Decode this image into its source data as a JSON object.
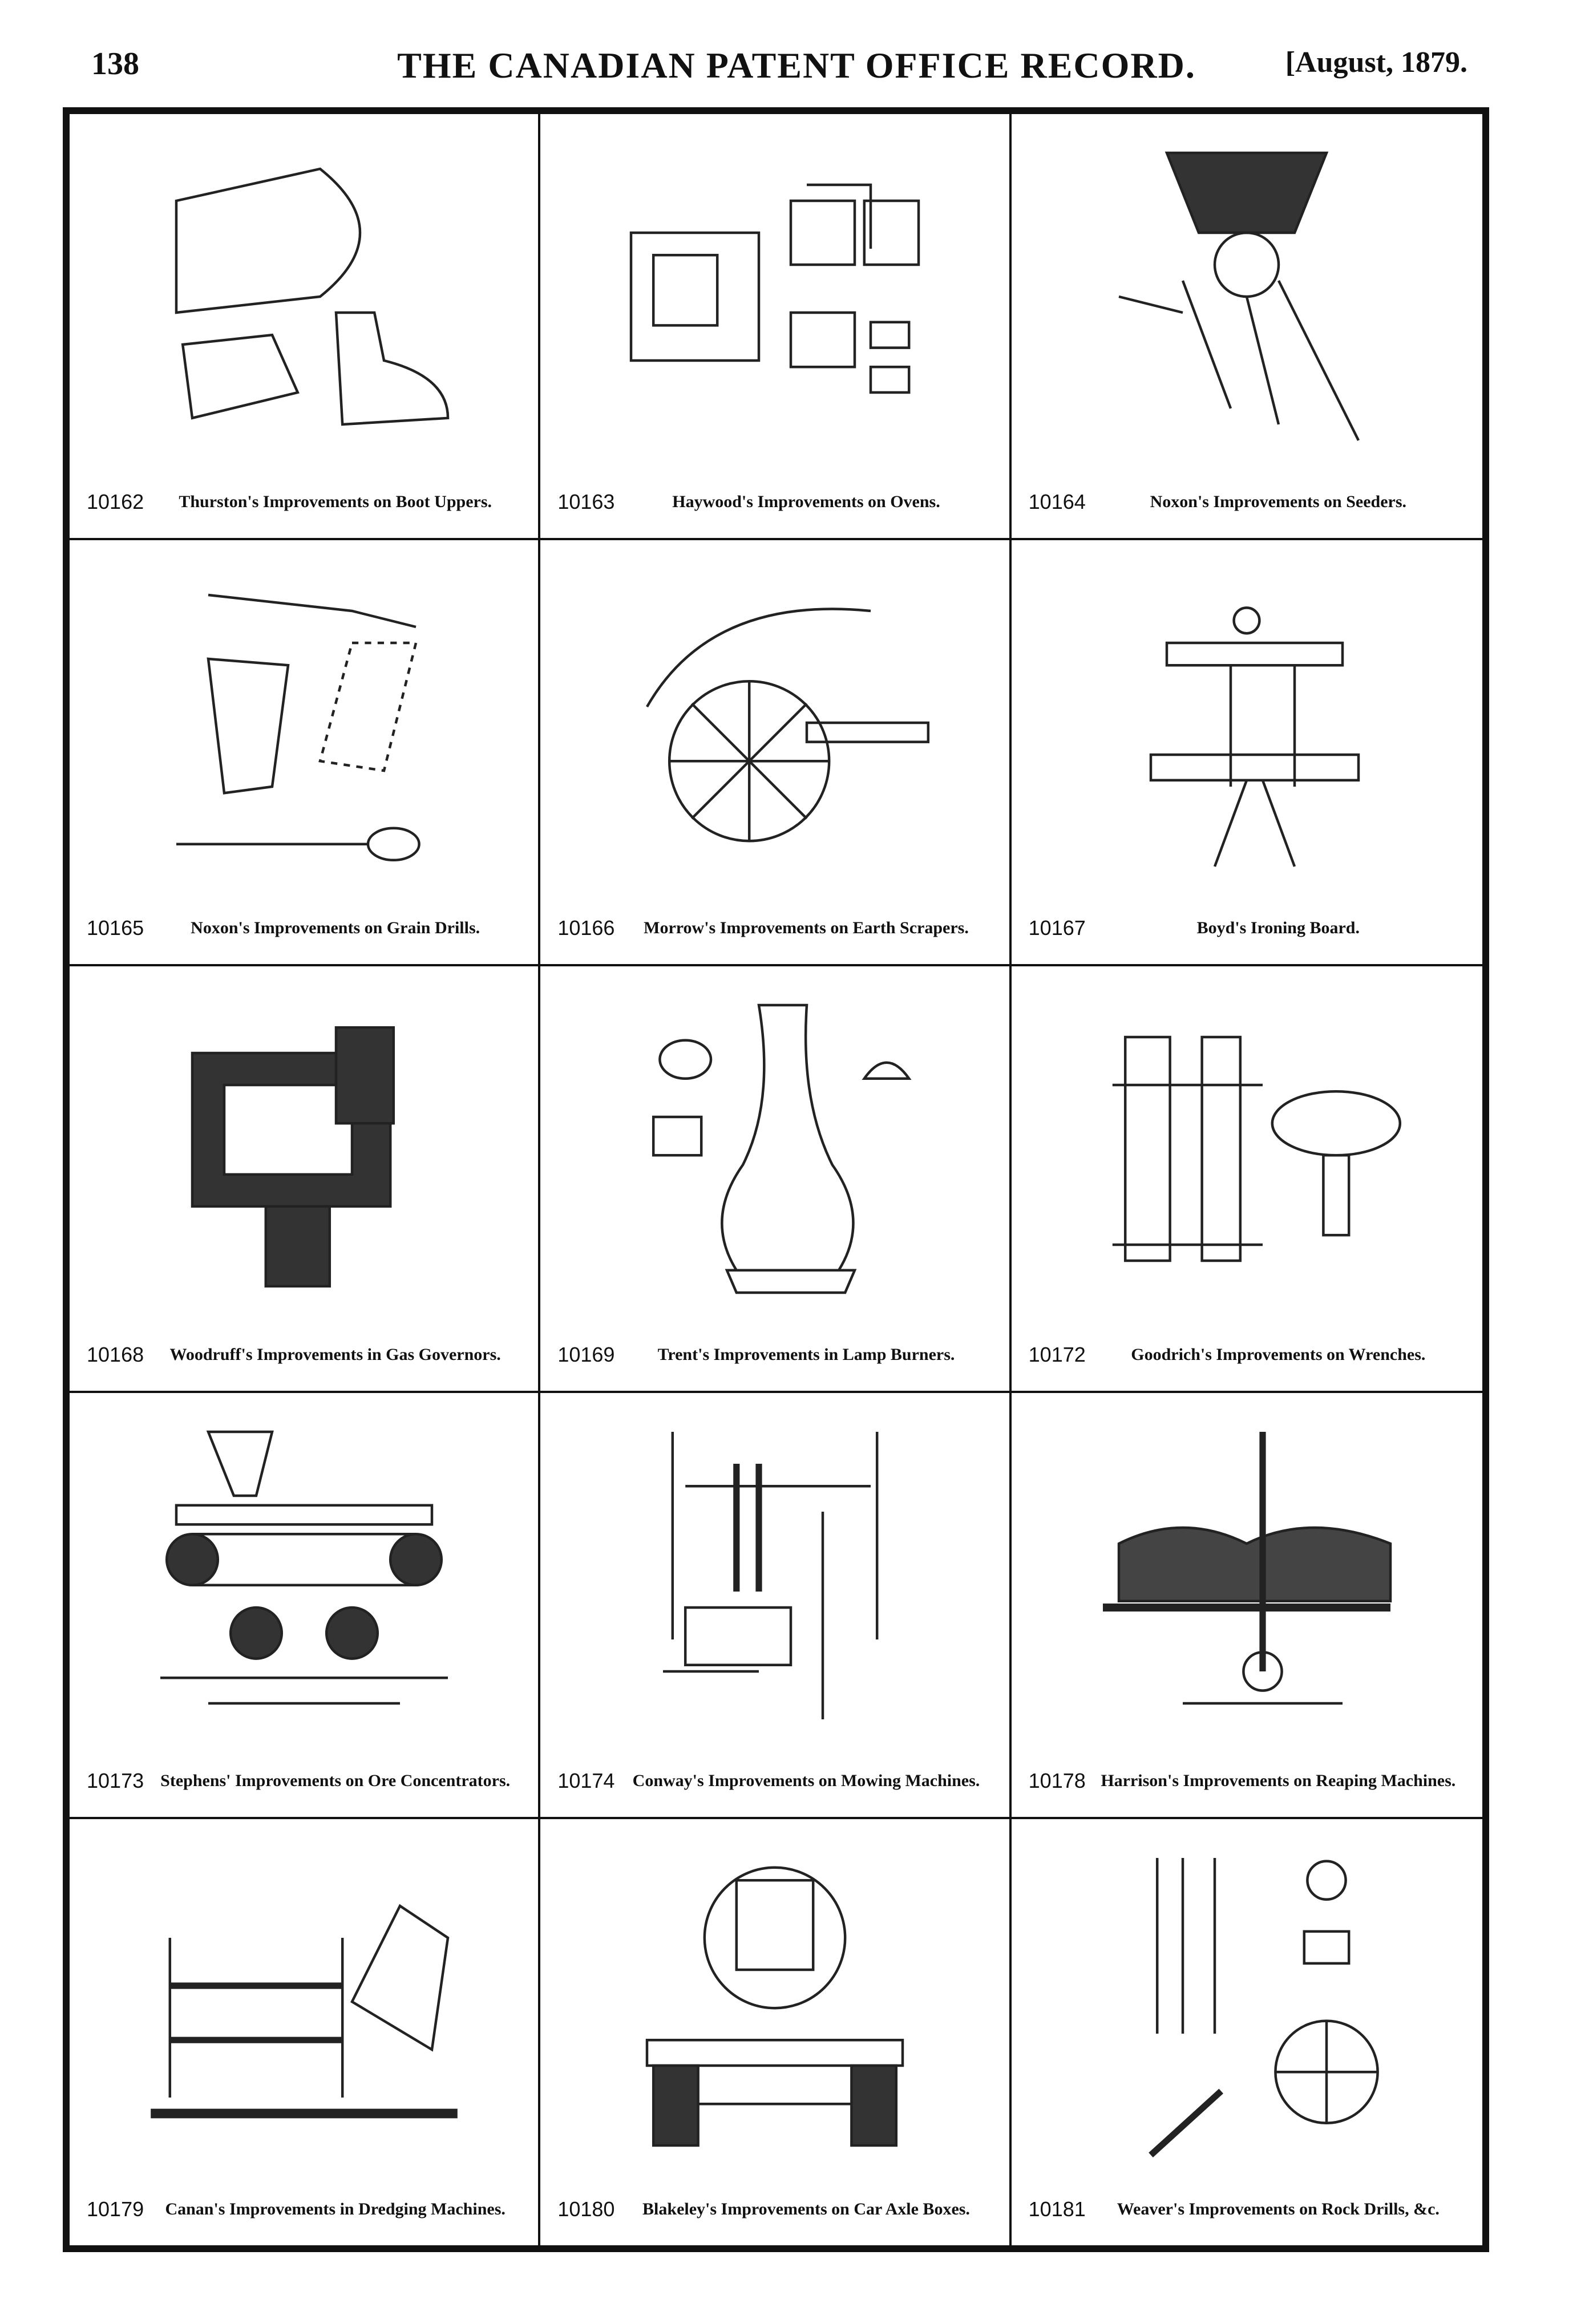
{
  "header": {
    "page_number": "138",
    "journal_title": "THE CANADIAN PATENT OFFICE RECORD.",
    "issue_date": "[August, 1879."
  },
  "patents": [
    {
      "number": "10162",
      "title": "Thurston's Improvements on Boot Uppers."
    },
    {
      "number": "10163",
      "title": "Haywood's Improvements on Ovens."
    },
    {
      "number": "10164",
      "title": "Noxon's Improvements on Seeders."
    },
    {
      "number": "10165",
      "title": "Noxon's Improvements on Grain Drills."
    },
    {
      "number": "10166",
      "title": "Morrow's Improvements on Earth Scrapers."
    },
    {
      "number": "10167",
      "title": "Boyd's Ironing Board."
    },
    {
      "number": "10168",
      "title": "Woodruff's Improvements in Gas Governors."
    },
    {
      "number": "10169",
      "title": "Trent's Improvements in Lamp Burners."
    },
    {
      "number": "10172",
      "title": "Goodrich's Improvements on Wrenches."
    },
    {
      "number": "10173",
      "title": "Stephens' Improvements on Ore Concentrators."
    },
    {
      "number": "10174",
      "title": "Conway's Improvements on Mowing Machines."
    },
    {
      "number": "10178",
      "title": "Harrison's Improvements on Reaping Machines."
    },
    {
      "number": "10179",
      "title": "Canan's Improvements in Dredging Machines."
    },
    {
      "number": "10180",
      "title": "Blakeley's Improvements on Car Axle Boxes."
    },
    {
      "number": "10181",
      "title": "Weaver's Improvements on Rock Drills, &c."
    }
  ]
}
